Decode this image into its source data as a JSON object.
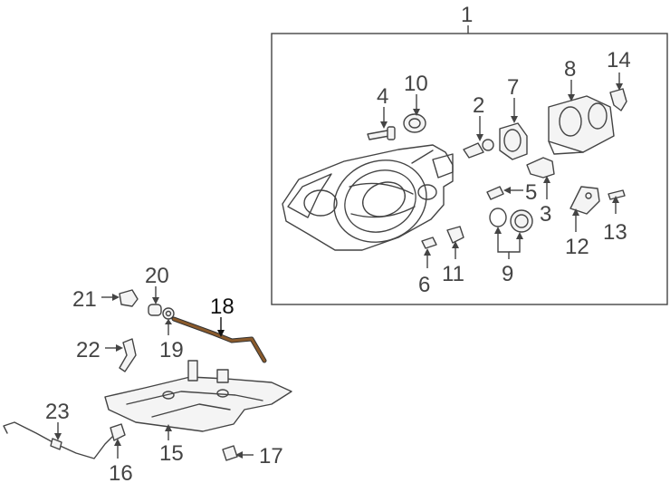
{
  "colors": {
    "line": "#444444",
    "highlight_part": "#8a5a2b",
    "background": "#ffffff"
  },
  "callouts": [
    {
      "id": "1",
      "label": "1"
    },
    {
      "id": "2",
      "label": "2"
    },
    {
      "id": "3",
      "label": "3"
    },
    {
      "id": "4",
      "label": "4"
    },
    {
      "id": "5",
      "label": "5"
    },
    {
      "id": "6",
      "label": "6"
    },
    {
      "id": "7",
      "label": "7"
    },
    {
      "id": "8",
      "label": "8"
    },
    {
      "id": "9",
      "label": "9"
    },
    {
      "id": "10",
      "label": "10"
    },
    {
      "id": "11",
      "label": "11"
    },
    {
      "id": "12",
      "label": "12"
    },
    {
      "id": "13",
      "label": "13"
    },
    {
      "id": "14",
      "label": "14"
    },
    {
      "id": "15",
      "label": "15"
    },
    {
      "id": "16",
      "label": "16"
    },
    {
      "id": "17",
      "label": "17"
    },
    {
      "id": "18",
      "label": "18"
    },
    {
      "id": "19",
      "label": "19"
    },
    {
      "id": "20",
      "label": "20"
    },
    {
      "id": "21",
      "label": "21"
    },
    {
      "id": "22",
      "label": "22"
    },
    {
      "id": "23",
      "label": "23"
    }
  ],
  "highlighted_callout": "18"
}
